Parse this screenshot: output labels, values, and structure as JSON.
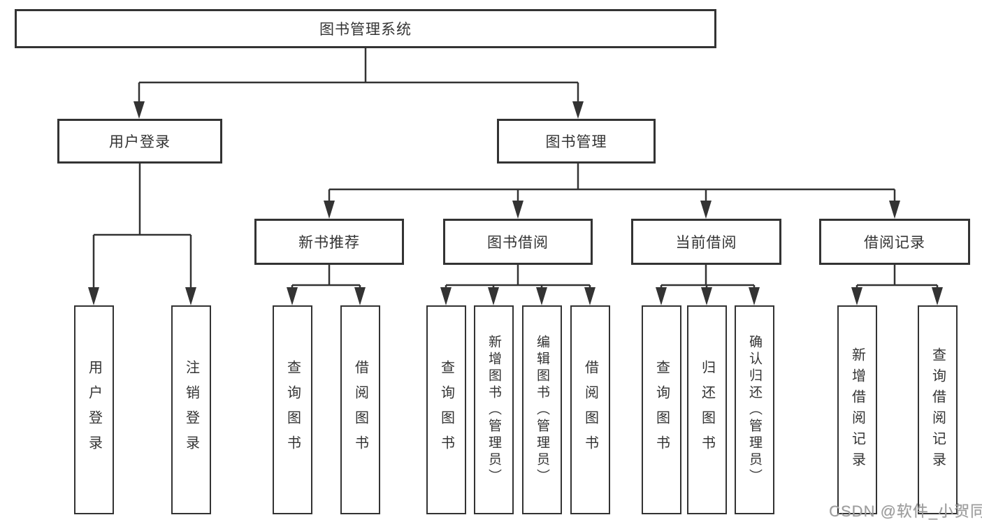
{
  "nodes": {
    "root": {
      "label": "图书管理系统"
    },
    "user_login": {
      "label": "用户登录",
      "children": [
        {
          "label": "用户登录"
        },
        {
          "label": "注销登录"
        }
      ]
    },
    "book_mgmt": {
      "label": "图书管理",
      "children": [
        {
          "label": "新书推荐",
          "children": [
            {
              "label": "查询图书"
            },
            {
              "label": "借阅图书"
            }
          ]
        },
        {
          "label": "图书借阅",
          "children": [
            {
              "label": "查询图书"
            },
            {
              "label": "新增图书（管理员）"
            },
            {
              "label": "编辑图书（管理员）"
            },
            {
              "label": "借阅图书"
            }
          ]
        },
        {
          "label": "当前借阅",
          "children": [
            {
              "label": "查询图书"
            },
            {
              "label": "归还图书"
            },
            {
              "label": "确认归还（管理员）"
            }
          ]
        },
        {
          "label": "借阅记录",
          "children": [
            {
              "label": "新增借阅记录"
            },
            {
              "label": "查询借阅记录"
            }
          ]
        }
      ]
    }
  },
  "watermark": {
    "text": "CSDN @软件_小贺同学"
  },
  "colors": {
    "line": "#333333",
    "box_border": "#333333",
    "box_fill": "#ffffff",
    "text": "#333333",
    "watermark": "#9d9d9d",
    "background": "#ffffff"
  }
}
